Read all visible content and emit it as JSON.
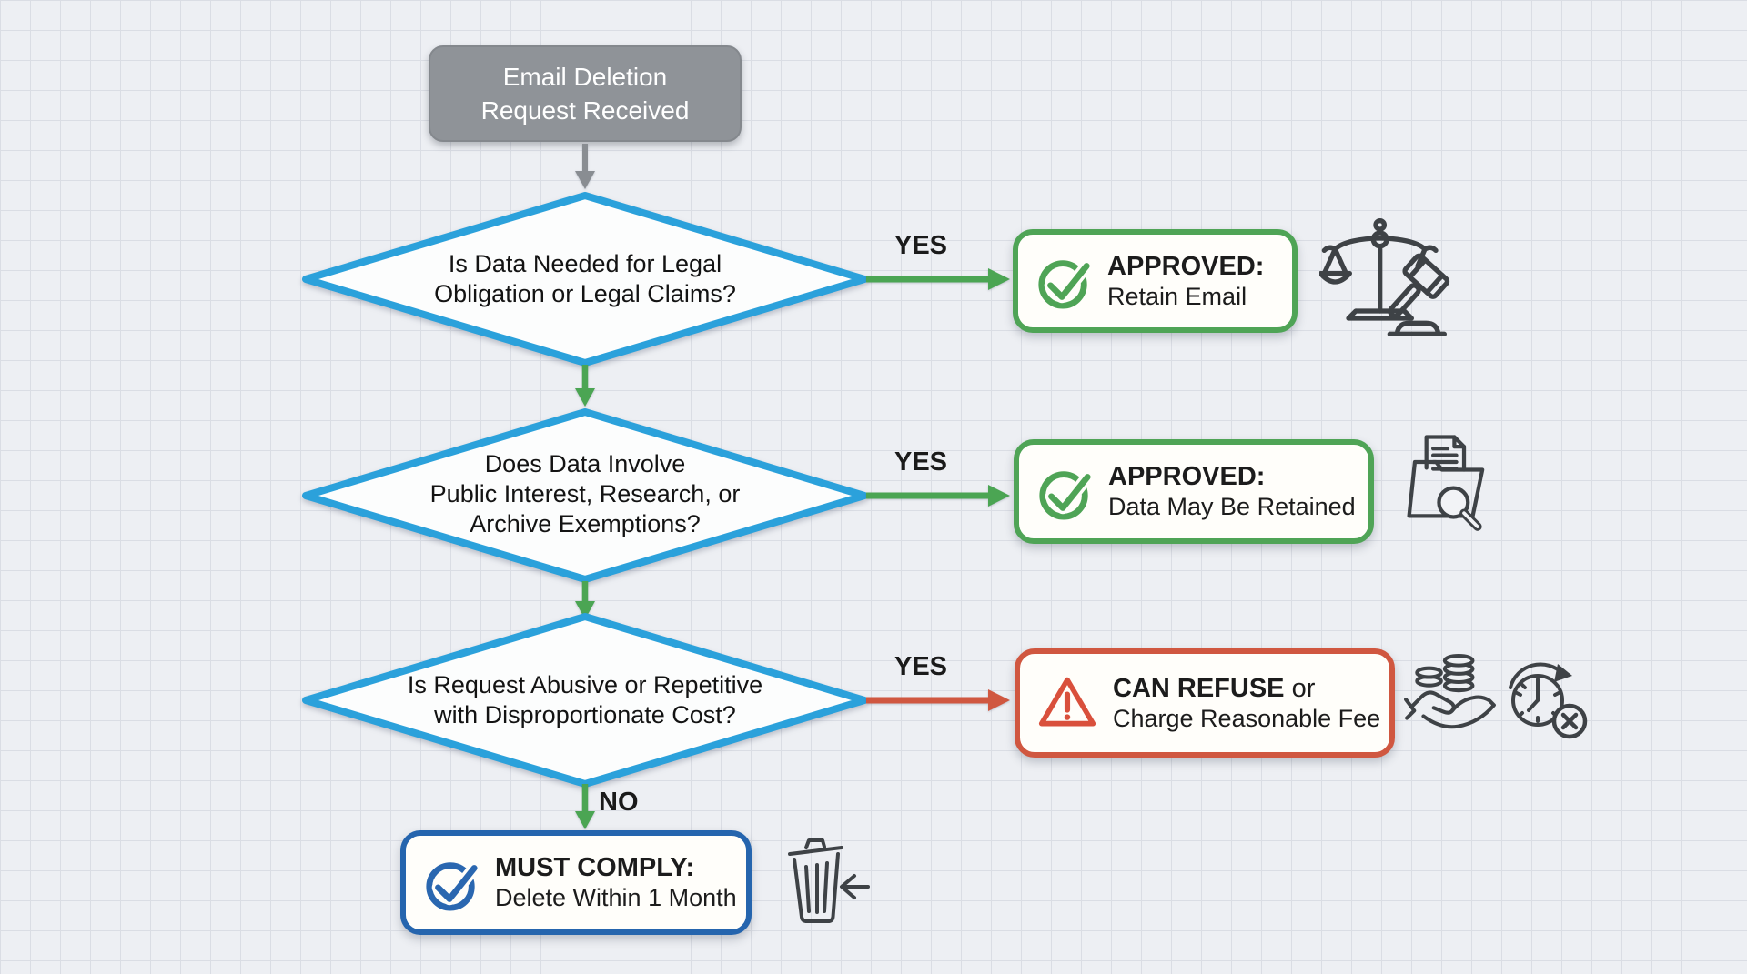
{
  "colors": {
    "background": "#edeff3",
    "grid_line": "#dadde4",
    "decision_border_blue": "#2ba1db",
    "approve_green": "#4fa456",
    "refuse_red": "#d05740",
    "comply_blue": "#2565ae",
    "start_gray": "#8f9398",
    "ink": "#1c1c1c"
  },
  "flow": {
    "start": {
      "lines": [
        "Email Deletion",
        "Request Received"
      ]
    },
    "decisions": [
      {
        "lines": [
          "Is Data Needed for Legal",
          "Obligation or Legal Claims?"
        ]
      },
      {
        "lines": [
          "Does Data Involve",
          "Public Interest, Research, or",
          "Archive Exemptions?"
        ]
      },
      {
        "lines": [
          "Is Request Abusive or Repetitive",
          "with Disproportionate Cost?"
        ]
      }
    ],
    "edges": {
      "d1_yes": "YES",
      "d2_yes": "YES",
      "d3_yes": "YES",
      "d3_no": "NO"
    },
    "outcomes": [
      {
        "icon": "check-circle-icon",
        "accent": "#4fa456",
        "title_bold": "APPROVED:",
        "title_rest": "",
        "subtitle": "Retain Email"
      },
      {
        "icon": "check-circle-icon",
        "accent": "#4fa456",
        "title_bold": "APPROVED:",
        "title_rest": "",
        "subtitle": "Data May Be Retained"
      },
      {
        "icon": "warning-triangle-icon",
        "accent": "#d05740",
        "title_bold": "CAN REFUSE",
        "title_rest": " or",
        "subtitle": "Charge Reasonable Fee"
      },
      {
        "icon": "check-circle-icon",
        "accent": "#2565ae",
        "title_bold": "MUST COMPLY:",
        "title_rest": "",
        "subtitle": "Delete Within 1 Month"
      }
    ],
    "decorative_icons": [
      {
        "name": "justice-scales-gavel-icon"
      },
      {
        "name": "folder-document-magnifier-icon"
      },
      {
        "name": "hand-coins-icon"
      },
      {
        "name": "clock-denied-icon"
      },
      {
        "name": "trash-delete-icon"
      }
    ]
  }
}
